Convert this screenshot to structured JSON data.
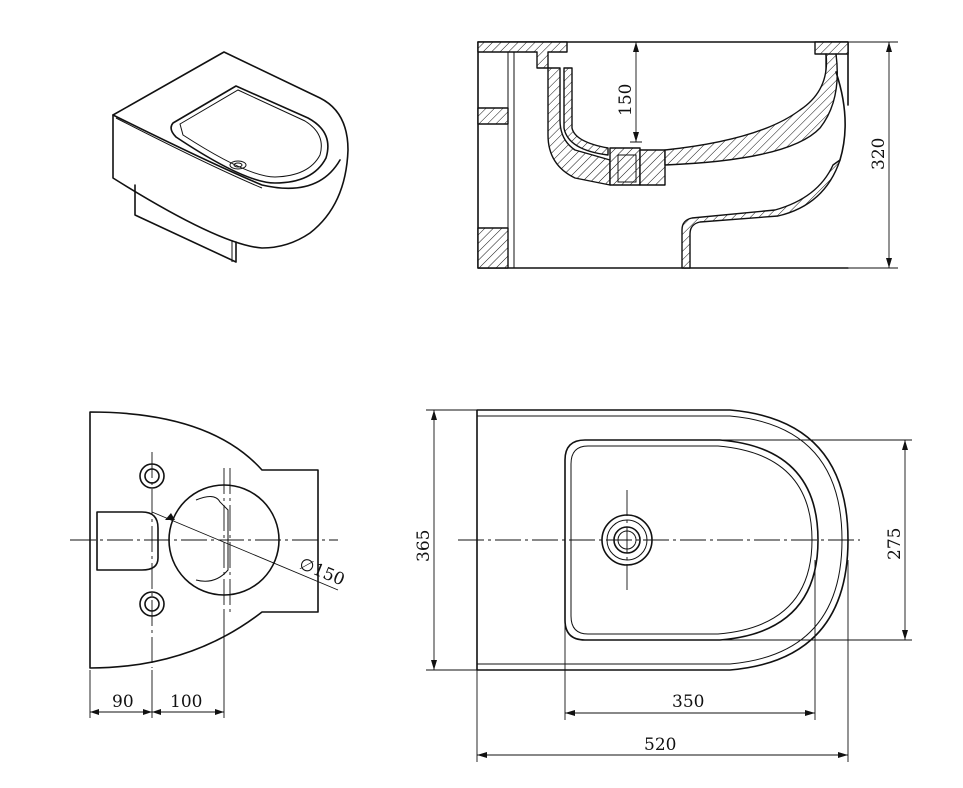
{
  "dimensions": {
    "bowl_depth": "150",
    "total_height": "320",
    "width": "365",
    "rim_width": "275",
    "left_offset": "90",
    "hole_spacing": "100",
    "outlet_diameter": "∅150",
    "rim_length": "350",
    "total_length": "520"
  }
}
